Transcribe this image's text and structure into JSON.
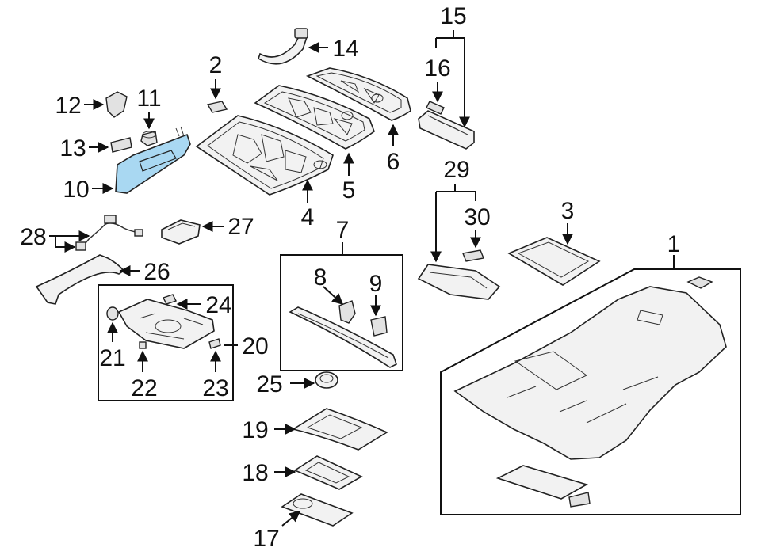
{
  "diagram": {
    "highlight_color": "#a9d8f2",
    "callouts": {
      "c1": "1",
      "c2": "2",
      "c3": "3",
      "c4": "4",
      "c5": "5",
      "c6": "6",
      "c7": "7",
      "c8": "8",
      "c9": "9",
      "c10": "10",
      "c11": "11",
      "c12": "12",
      "c13": "13",
      "c14": "14",
      "c15": "15",
      "c16": "16",
      "c17": "17",
      "c18": "18",
      "c19": "19",
      "c20": "20",
      "c21": "21",
      "c22": "22",
      "c23": "23",
      "c24": "24",
      "c25": "25",
      "c26": "26",
      "c27": "27",
      "c28": "28",
      "c29": "29",
      "c30": "30"
    }
  }
}
